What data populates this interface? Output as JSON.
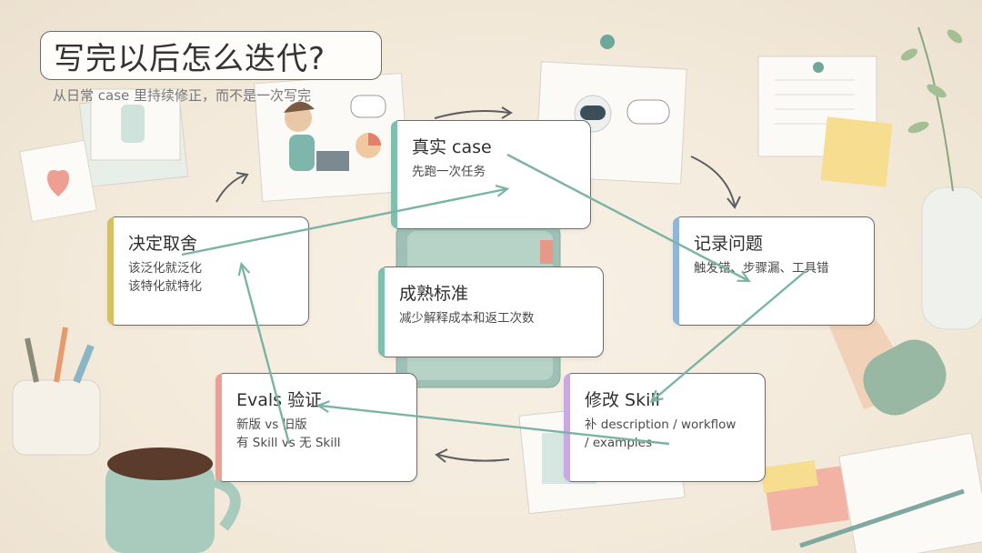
{
  "header": {
    "title": "写完以后怎么迭代?",
    "subtitle": "从日常 case 里持续修正，而不是一次写完"
  },
  "colors": {
    "teal": "#7fbfae",
    "blue": "#8fb5db",
    "purple": "#c9a8e3",
    "coral": "#ef9e93",
    "mustard": "#d6c066",
    "arrow": "#7bb3a5"
  },
  "nodes": {
    "real_case": {
      "title": "真实 case",
      "desc": [
        "先跑一次任务"
      ]
    },
    "record": {
      "title": "记录问题",
      "desc": [
        "触发错、步骤漏、工具错"
      ]
    },
    "modify": {
      "title": "修改 Skill",
      "desc": [
        "补 description / workflow",
        "/ examples"
      ]
    },
    "evals": {
      "title": "Evals 验证",
      "desc": [
        "新版 vs 旧版",
        "有 Skill vs 无 Skill"
      ]
    },
    "decide": {
      "title": "决定取舍",
      "desc": [
        "该泛化就泛化",
        "该特化就特化"
      ]
    },
    "center": {
      "title": "成熟标准",
      "desc": [
        "减少解释成本和返工次数"
      ]
    }
  }
}
